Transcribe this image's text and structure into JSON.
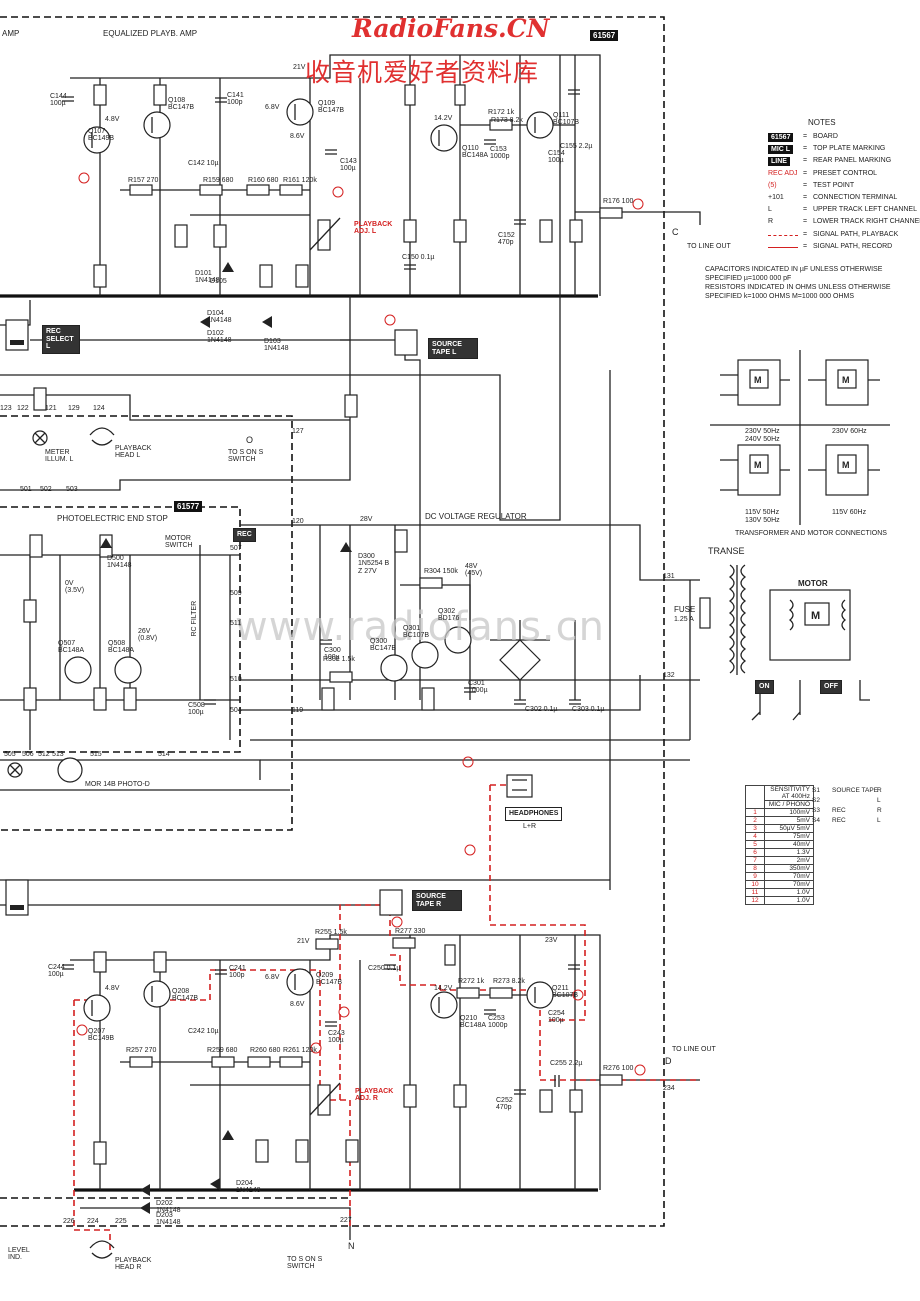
{
  "watermark": {
    "line1": "RadioFans.CN",
    "line2": "收音机爱好者资料库",
    "center": "www.radiofans.cn"
  },
  "header": {
    "section_left": "AMP",
    "section_title": "EQUALIZED PLAYB. AMP",
    "board_badge": "61567"
  },
  "notes": {
    "title": "NOTES",
    "items": [
      {
        "sym": "61567",
        "desc": "BOARD"
      },
      {
        "sym": "MIC L",
        "desc": "TOP PLATE MARKING"
      },
      {
        "sym": "LINE",
        "desc": "REAR PANEL MARKING"
      },
      {
        "sym": "REC ADJ",
        "desc": "PRESET CONTROL"
      },
      {
        "sym": "(5)",
        "desc": "TEST POINT"
      },
      {
        "sym": "+101",
        "desc": "CONNECTION TERMINAL"
      },
      {
        "sym": "L",
        "desc": "UPPER TRACK LEFT CHANNEL"
      },
      {
        "sym": "R",
        "desc": "LOWER TRACK RIGHT CHANNEL"
      },
      {
        "sym": "",
        "desc": "SIGNAL PATH, PLAYBACK"
      },
      {
        "sym": "",
        "desc": "SIGNAL PATH, RECORD"
      }
    ],
    "caps1": "CAPACITORS INDICATED IN µF UNLESS OTHERWISE",
    "caps2": "SPECIFIED  µ=1000 000 pF",
    "res1": "RESISTORS INDICATED IN OHMS UNLESS OTHERWISE",
    "res2": "SPECIFIED k=1000 OHMS  M=1000 000 OHMS"
  },
  "transformer": {
    "v1": "230V 50Hz",
    "v1b": "240V 50Hz",
    "v2": "230V 60Hz",
    "v3": "115V 50Hz",
    "v3b": "130V 50Hz",
    "v4": "115V 60Hz",
    "caption": "TRANSFORMER AND MOTOR CONNECTIONS"
  },
  "blocks": {
    "photo_end_stop": "PHOTOELECTRIC END STOP",
    "photo_badge": "61577",
    "dc_reg": "DC VOLTAGE REGULATOR",
    "transe": "TRANSE",
    "motor": "MOTOR",
    "fuse": "FUSE",
    "fuse_val": "1.25 A",
    "on": "ON",
    "off": "OFF",
    "headphones": "HEADPHONES",
    "headphones_sub": "L+R",
    "rec_select": "REC SELECT L",
    "source_tape_l": "SOURCE TAPE L",
    "source_tape_r": "SOURCE TAPE R",
    "playback_adj_l": "PLAYBACK ADJ. L",
    "playback_adj_r": "PLAYBACK ADJ. R",
    "playback_head_l": "PLAYBACK HEAD L",
    "playback_head_r": "PLAYBACK HEAD R",
    "meter_illum": "METER ILLUM. L",
    "to_sons_switch": "TO S ON S SWITCH",
    "to_line_out_c": "TO LINE OUT",
    "to_line_out_d": "TO LINE OUT",
    "motor_switch": "MOTOR SWITCH",
    "rc_filter": "RC FILTER",
    "rec_badge": "REC",
    "photo_diode": "MOR 14B PHOTO-D",
    "level_ind": "LEVEL IND."
  },
  "sensitivity": {
    "head1": "SENSITIVITY AT 400Hz",
    "head2": "MIC / PHONO",
    "rows": [
      [
        "1",
        "100mV"
      ],
      [
        "2",
        "5mV"
      ],
      [
        "3",
        "50µV  5mV"
      ],
      [
        "4",
        "75mV"
      ],
      [
        "5",
        "40mV"
      ],
      [
        "6",
        "1.3V"
      ],
      [
        "7",
        "2mV"
      ],
      [
        "8",
        "350mV"
      ],
      [
        "9",
        "70mV"
      ],
      [
        "10",
        "70mV"
      ],
      [
        "11",
        "1.0V"
      ],
      [
        "12",
        "1.0V"
      ]
    ],
    "switches": [
      [
        "S1",
        "SOURCE TAPE",
        "R"
      ],
      [
        "S2",
        "",
        "L"
      ],
      [
        "S3",
        "REC",
        "R"
      ],
      [
        "S4",
        "REC",
        "L"
      ]
    ]
  },
  "parts": {
    "q107": "Q107 BC149B",
    "q108": "Q108 BC147B",
    "q109": "Q109 BC147B",
    "q110": "Q110 BC148A",
    "q111": "Q111 BC107B",
    "q207": "Q207 BC149B",
    "q208": "Q208 BC147B",
    "q209": "Q209 BC147B",
    "q210": "Q210 BC148A",
    "q211": "Q211 BC107B",
    "q300": "Q300 BC147B",
    "q301": "Q301 BC107B",
    "q302": "Q302 BD176",
    "q507": "Q507 BC148A",
    "q508": "Q508 BC148A",
    "d300": "D300 1N5254 B  Z 27V",
    "d101": "D101 1N4148",
    "d102": "D102 1N4148",
    "d103": "D103 1N4148",
    "d104": "D104 1N4148",
    "d105": "D105",
    "d500": "D500 1N4148",
    "d202": "D202 1N4148",
    "d203": "D203 1N4148",
    "d204": "D204 1N4148",
    "r304": "R304 150k",
    "r301": "R301 1.5k",
    "c301": "C301 1000µ",
    "c300": "C300 100µ",
    "r159": "R159 680",
    "r160": "R160 680",
    "r161": "R161 120k",
    "r157": "R157 270",
    "r259": "R259 680",
    "r260": "R260 680",
    "r261": "R261 120k",
    "r257": "R257 270",
    "r277": "R277 330",
    "r255": "R255 1.5k",
    "r172": "R172 1k",
    "r173": "R173 8.2k",
    "r272": "R272 1k",
    "r273": "R273 8.2k",
    "r176": "R176 100",
    "r276": "R276 100",
    "c141": "C141 100p",
    "c143": "C143 100µ",
    "c142": "C142 10µ",
    "c241": "C241 100p",
    "c243": "C243 100µ",
    "c242": "C242 10µ",
    "c152": "C152 470p",
    "c252": "C252 470p",
    "c153": "C153 1000p",
    "c253": "C253 1000p",
    "c150": "C150 0.1µ",
    "c250": "C250 0.1µ",
    "c144": "C144 100µ",
    "c244": "C244 100µ",
    "c155": "C155 2.2µ",
    "c255": "C255 2.2µ",
    "c254": "C254 100µ",
    "c154": "C154 100µ",
    "c302": "C302 0.1µ",
    "c303": "C303 0.1µ",
    "c508": "C508 100µ"
  },
  "voltages": {
    "v21": "21V",
    "v23": "23V",
    "v28": "28V",
    "v48": "48V (45V)",
    "v4_8": "4.8V",
    "v6_8": "6.8V",
    "v8_6": "8.6V",
    "v14_2": "14.2V",
    "v0": "0V (3.5V)",
    "v26": "26V (0.8V)"
  },
  "terminals": [
    "127",
    "129",
    "124",
    "121",
    "122",
    "123",
    "131",
    "132",
    "501",
    "502",
    "503",
    "504",
    "505",
    "506",
    "507",
    "509",
    "510",
    "511",
    "512",
    "513",
    "514",
    "515",
    "119",
    "120",
    "226",
    "224",
    "225",
    "227",
    "234"
  ],
  "letters": {
    "c": "C",
    "d": "D",
    "n": "N",
    "o": "O"
  },
  "legend_swatches": {
    "playback": "#d42020",
    "record": "#d42020"
  }
}
